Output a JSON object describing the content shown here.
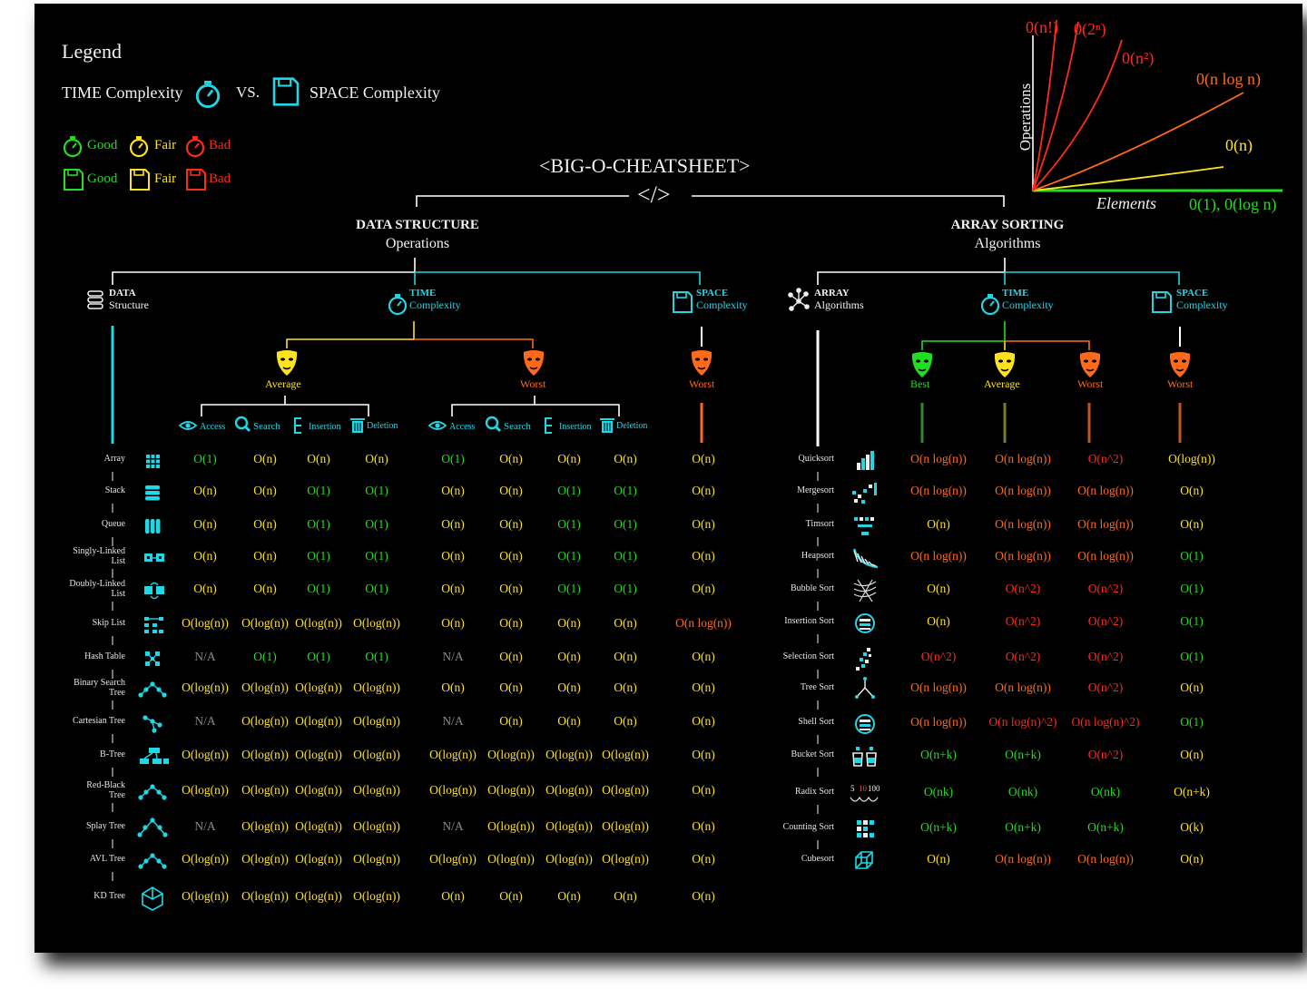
{
  "title": "<BIG-O-CHEATSHEET>",
  "title_tag": "</>",
  "legend": {
    "heading": "Legend",
    "time_label": "TIME Complexity",
    "vs": "VS.",
    "space_label": "SPACE Complexity",
    "time_levels": [
      "Good",
      "Fair",
      "Bad"
    ],
    "space_levels": [
      "Good",
      "Fair",
      "Bad"
    ]
  },
  "colors": {
    "good": "#22dd22",
    "fair": "#ffe21f",
    "bad": "#ff2a1a",
    "orange": "#ff6a1a",
    "cyan": "#21d7e6",
    "background": "#000000"
  },
  "growth_chart": {
    "ylabel": "Operations",
    "xlabel": "Elements",
    "curves": [
      {
        "label": "0(n!)",
        "color": "#ff2a1a"
      },
      {
        "label": "0(2ⁿ)",
        "color": "#ff2a1a"
      },
      {
        "label": "0(n²)",
        "color": "#ff2a1a"
      },
      {
        "label": "0(n log n)",
        "color": "#ff6a1a"
      },
      {
        "label": "0(n)",
        "color": "#ffe21f"
      },
      {
        "label": "0(1), 0(log n)",
        "color": "#22dd22"
      }
    ]
  },
  "data_structures": {
    "section_title": "DATA STRUCTURE",
    "section_sub": "Operations",
    "ds_head": [
      "DATA",
      "Structure"
    ],
    "time_head": [
      "TIME",
      "Complexity"
    ],
    "space_head": [
      "SPACE",
      "Complexity"
    ],
    "average": "Average",
    "worst": "Worst",
    "space_worst": "Worst",
    "ops": [
      "Access",
      "Search",
      "Insertion",
      "Deletion"
    ],
    "rows": [
      {
        "name": [
          "Array"
        ],
        "icon": "array-icon",
        "vals": [
          [
            "O(1)",
            "g"
          ],
          [
            "O(n)",
            "y"
          ],
          [
            "O(n)",
            "y"
          ],
          [
            "O(n)",
            "y"
          ],
          [
            "O(1)",
            "g"
          ],
          [
            "O(n)",
            "y"
          ],
          [
            "O(n)",
            "y"
          ],
          [
            "O(n)",
            "y"
          ],
          [
            "O(n)",
            "y"
          ]
        ]
      },
      {
        "name": [
          "Stack"
        ],
        "icon": "stack-icon",
        "vals": [
          [
            "O(n)",
            "y"
          ],
          [
            "O(n)",
            "y"
          ],
          [
            "O(1)",
            "g"
          ],
          [
            "O(1)",
            "g"
          ],
          [
            "O(n)",
            "y"
          ],
          [
            "O(n)",
            "y"
          ],
          [
            "O(1)",
            "g"
          ],
          [
            "O(1)",
            "g"
          ],
          [
            "O(n)",
            "y"
          ]
        ]
      },
      {
        "name": [
          "Queue"
        ],
        "icon": "queue-icon",
        "vals": [
          [
            "O(n)",
            "y"
          ],
          [
            "O(n)",
            "y"
          ],
          [
            "O(1)",
            "g"
          ],
          [
            "O(1)",
            "g"
          ],
          [
            "O(n)",
            "y"
          ],
          [
            "O(n)",
            "y"
          ],
          [
            "O(1)",
            "g"
          ],
          [
            "O(1)",
            "g"
          ],
          [
            "O(n)",
            "y"
          ]
        ]
      },
      {
        "name": [
          "Singly-Linked",
          "List"
        ],
        "icon": "singly-linked-list-icon",
        "vals": [
          [
            "O(n)",
            "y"
          ],
          [
            "O(n)",
            "y"
          ],
          [
            "O(1)",
            "g"
          ],
          [
            "O(1)",
            "g"
          ],
          [
            "O(n)",
            "y"
          ],
          [
            "O(n)",
            "y"
          ],
          [
            "O(1)",
            "g"
          ],
          [
            "O(1)",
            "g"
          ],
          [
            "O(n)",
            "y"
          ]
        ]
      },
      {
        "name": [
          "Doubly-Linked",
          "List"
        ],
        "icon": "doubly-linked-list-icon",
        "vals": [
          [
            "O(n)",
            "y"
          ],
          [
            "O(n)",
            "y"
          ],
          [
            "O(1)",
            "g"
          ],
          [
            "O(1)",
            "g"
          ],
          [
            "O(n)",
            "y"
          ],
          [
            "O(n)",
            "y"
          ],
          [
            "O(1)",
            "g"
          ],
          [
            "O(1)",
            "g"
          ],
          [
            "O(n)",
            "y"
          ]
        ]
      },
      {
        "name": [
          "Skip List"
        ],
        "icon": "skip-list-icon",
        "vals": [
          [
            "O(log(n))",
            "y"
          ],
          [
            "O(log(n))",
            "y"
          ],
          [
            "O(log(n))",
            "y"
          ],
          [
            "O(log(n))",
            "y"
          ],
          [
            "O(n)",
            "y"
          ],
          [
            "O(n)",
            "y"
          ],
          [
            "O(n)",
            "y"
          ],
          [
            "O(n)",
            "y"
          ],
          [
            "O(n log(n))",
            "o"
          ]
        ]
      },
      {
        "name": [
          "Hash Table"
        ],
        "icon": "hash-table-icon",
        "vals": [
          [
            "N/A",
            "n"
          ],
          [
            "O(1)",
            "g"
          ],
          [
            "O(1)",
            "g"
          ],
          [
            "O(1)",
            "g"
          ],
          [
            "N/A",
            "n"
          ],
          [
            "O(n)",
            "y"
          ],
          [
            "O(n)",
            "y"
          ],
          [
            "O(n)",
            "y"
          ],
          [
            "O(n)",
            "y"
          ]
        ]
      },
      {
        "name": [
          "Binary Search",
          "Tree"
        ],
        "icon": "binary-search-tree-icon",
        "vals": [
          [
            "O(log(n))",
            "y"
          ],
          [
            "O(log(n))",
            "y"
          ],
          [
            "O(log(n))",
            "y"
          ],
          [
            "O(log(n))",
            "y"
          ],
          [
            "O(n)",
            "y"
          ],
          [
            "O(n)",
            "y"
          ],
          [
            "O(n)",
            "y"
          ],
          [
            "O(n)",
            "y"
          ],
          [
            "O(n)",
            "y"
          ]
        ]
      },
      {
        "name": [
          "Cartesian Tree"
        ],
        "icon": "cartesian-tree-icon",
        "vals": [
          [
            "N/A",
            "n"
          ],
          [
            "O(log(n))",
            "y"
          ],
          [
            "O(log(n))",
            "y"
          ],
          [
            "O(log(n))",
            "y"
          ],
          [
            "N/A",
            "n"
          ],
          [
            "O(n)",
            "y"
          ],
          [
            "O(n)",
            "y"
          ],
          [
            "O(n)",
            "y"
          ],
          [
            "O(n)",
            "y"
          ]
        ]
      },
      {
        "name": [
          "B-Tree"
        ],
        "icon": "b-tree-icon",
        "vals": [
          [
            "O(log(n))",
            "y"
          ],
          [
            "O(log(n))",
            "y"
          ],
          [
            "O(log(n))",
            "y"
          ],
          [
            "O(log(n))",
            "y"
          ],
          [
            "O(log(n))",
            "y"
          ],
          [
            "O(log(n))",
            "y"
          ],
          [
            "O(log(n))",
            "y"
          ],
          [
            "O(log(n))",
            "y"
          ],
          [
            "O(n)",
            "y"
          ]
        ]
      },
      {
        "name": [
          "Red-Black",
          "Tree"
        ],
        "icon": "red-black-tree-icon",
        "vals": [
          [
            "O(log(n))",
            "y"
          ],
          [
            "O(log(n))",
            "y"
          ],
          [
            "O(log(n))",
            "y"
          ],
          [
            "O(log(n))",
            "y"
          ],
          [
            "O(log(n))",
            "y"
          ],
          [
            "O(log(n))",
            "y"
          ],
          [
            "O(log(n))",
            "y"
          ],
          [
            "O(log(n))",
            "y"
          ],
          [
            "O(n)",
            "y"
          ]
        ]
      },
      {
        "name": [
          "Splay Tree"
        ],
        "icon": "splay-tree-icon",
        "vals": [
          [
            "N/A",
            "n"
          ],
          [
            "O(log(n))",
            "y"
          ],
          [
            "O(log(n))",
            "y"
          ],
          [
            "O(log(n))",
            "y"
          ],
          [
            "N/A",
            "n"
          ],
          [
            "O(log(n))",
            "y"
          ],
          [
            "O(log(n))",
            "y"
          ],
          [
            "O(log(n))",
            "y"
          ],
          [
            "O(n)",
            "y"
          ]
        ]
      },
      {
        "name": [
          "AVL Tree"
        ],
        "icon": "avl-tree-icon",
        "vals": [
          [
            "O(log(n))",
            "y"
          ],
          [
            "O(log(n))",
            "y"
          ],
          [
            "O(log(n))",
            "y"
          ],
          [
            "O(log(n))",
            "y"
          ],
          [
            "O(log(n))",
            "y"
          ],
          [
            "O(log(n))",
            "y"
          ],
          [
            "O(log(n))",
            "y"
          ],
          [
            "O(log(n))",
            "y"
          ],
          [
            "O(n)",
            "y"
          ]
        ]
      },
      {
        "name": [
          "KD Tree"
        ],
        "icon": "kd-tree-icon",
        "vals": [
          [
            "O(log(n))",
            "y"
          ],
          [
            "O(log(n))",
            "y"
          ],
          [
            "O(log(n))",
            "y"
          ],
          [
            "O(log(n))",
            "y"
          ],
          [
            "O(n)",
            "y"
          ],
          [
            "O(n)",
            "y"
          ],
          [
            "O(n)",
            "y"
          ],
          [
            "O(n)",
            "y"
          ],
          [
            "O(n)",
            "y"
          ]
        ]
      }
    ]
  },
  "sorting": {
    "section_title": "ARRAY SORTING",
    "section_sub": "Algorithms",
    "arr_head": [
      "ARRAY",
      "Algorithms"
    ],
    "time_head": [
      "TIME",
      "Complexity"
    ],
    "space_head": [
      "SPACE",
      "Complexity"
    ],
    "best": "Best",
    "average": "Average",
    "worst": "Worst",
    "space_worst": "Worst",
    "radix_digits": [
      "5",
      "10",
      "100"
    ],
    "rows": [
      {
        "name": "Quicksort",
        "icon": "quicksort-icon",
        "vals": [
          [
            "O(n log(n))",
            "o"
          ],
          [
            "O(n log(n))",
            "o"
          ],
          [
            "O(n^2)",
            "r"
          ],
          [
            "O(log(n))",
            "y"
          ]
        ]
      },
      {
        "name": "Mergesort",
        "icon": "mergesort-icon",
        "vals": [
          [
            "O(n log(n))",
            "o"
          ],
          [
            "O(n log(n))",
            "o"
          ],
          [
            "O(n log(n))",
            "o"
          ],
          [
            "O(n)",
            "y"
          ]
        ]
      },
      {
        "name": "Timsort",
        "icon": "timsort-icon",
        "vals": [
          [
            "O(n)",
            "y"
          ],
          [
            "O(n log(n))",
            "o"
          ],
          [
            "O(n log(n))",
            "o"
          ],
          [
            "O(n)",
            "y"
          ]
        ]
      },
      {
        "name": "Heapsort",
        "icon": "heapsort-icon",
        "vals": [
          [
            "O(n log(n))",
            "o"
          ],
          [
            "O(n log(n))",
            "o"
          ],
          [
            "O(n log(n))",
            "o"
          ],
          [
            "O(1)",
            "g"
          ]
        ]
      },
      {
        "name": "Bubble Sort",
        "icon": "bubble-sort-icon",
        "vals": [
          [
            "O(n)",
            "y"
          ],
          [
            "O(n^2)",
            "r"
          ],
          [
            "O(n^2)",
            "r"
          ],
          [
            "O(1)",
            "g"
          ]
        ]
      },
      {
        "name": "Insertion Sort",
        "icon": "insertion-sort-icon",
        "vals": [
          [
            "O(n)",
            "y"
          ],
          [
            "O(n^2)",
            "r"
          ],
          [
            "O(n^2)",
            "r"
          ],
          [
            "O(1)",
            "g"
          ]
        ]
      },
      {
        "name": "Selection Sort",
        "icon": "selection-sort-icon",
        "vals": [
          [
            "O(n^2)",
            "r"
          ],
          [
            "O(n^2)",
            "r"
          ],
          [
            "O(n^2)",
            "r"
          ],
          [
            "O(1)",
            "g"
          ]
        ]
      },
      {
        "name": "Tree Sort",
        "icon": "tree-sort-icon",
        "vals": [
          [
            "O(n log(n))",
            "o"
          ],
          [
            "O(n log(n))",
            "o"
          ],
          [
            "O(n^2)",
            "r"
          ],
          [
            "O(n)",
            "y"
          ]
        ]
      },
      {
        "name": "Shell Sort",
        "icon": "shell-sort-icon",
        "vals": [
          [
            "O(n log(n))",
            "o"
          ],
          [
            "O(n log(n)^2)",
            "r"
          ],
          [
            "O(n log(n)^2)",
            "r"
          ],
          [
            "O(1)",
            "g"
          ]
        ]
      },
      {
        "name": "Bucket Sort",
        "icon": "bucket-sort-icon",
        "vals": [
          [
            "O(n+k)",
            "g"
          ],
          [
            "O(n+k)",
            "g"
          ],
          [
            "O(n^2)",
            "r"
          ],
          [
            "O(n)",
            "y"
          ]
        ]
      },
      {
        "name": "Radix Sort",
        "icon": "radix-sort-icon",
        "vals": [
          [
            "O(nk)",
            "g"
          ],
          [
            "O(nk)",
            "g"
          ],
          [
            "O(nk)",
            "g"
          ],
          [
            "O(n+k)",
            "y"
          ]
        ]
      },
      {
        "name": "Counting Sort",
        "icon": "counting-sort-icon",
        "vals": [
          [
            "O(n+k)",
            "g"
          ],
          [
            "O(n+k)",
            "g"
          ],
          [
            "O(n+k)",
            "g"
          ],
          [
            "O(k)",
            "y"
          ]
        ]
      },
      {
        "name": "Cubesort",
        "icon": "cubesort-icon",
        "vals": [
          [
            "O(n)",
            "y"
          ],
          [
            "O(n log(n))",
            "o"
          ],
          [
            "O(n log(n))",
            "o"
          ],
          [
            "O(n)",
            "y"
          ]
        ]
      }
    ]
  }
}
